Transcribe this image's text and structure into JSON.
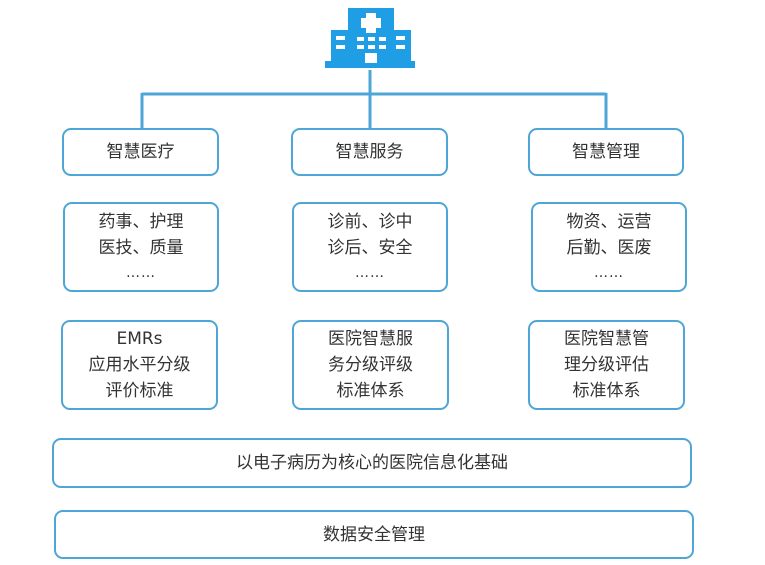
{
  "colors": {
    "accent": "#4ea6d6",
    "icon": "#1f9ee6",
    "text": "#333333"
  },
  "icon": {
    "name": "hospital-icon"
  },
  "columns": [
    {
      "heading": "智慧医疗",
      "scope_lines": [
        "药事、护理",
        "医技、质量",
        "……"
      ],
      "standard_lines": [
        "EMRs",
        "应用水平分级",
        "评价标准"
      ]
    },
    {
      "heading": "智慧服务",
      "scope_lines": [
        "诊前、诊中",
        "诊后、安全",
        "……"
      ],
      "standard_lines": [
        "医院智慧服",
        "务分级评级",
        "标准体系"
      ]
    },
    {
      "heading": "智慧管理",
      "scope_lines": [
        "物资、运营",
        "后勤、医废",
        "……"
      ],
      "standard_lines": [
        "医院智慧管",
        "理分级评估",
        "标准体系"
      ]
    }
  ],
  "foundation": "以电子病历为核心的医院信息化基础",
  "security": "数据安全管理"
}
